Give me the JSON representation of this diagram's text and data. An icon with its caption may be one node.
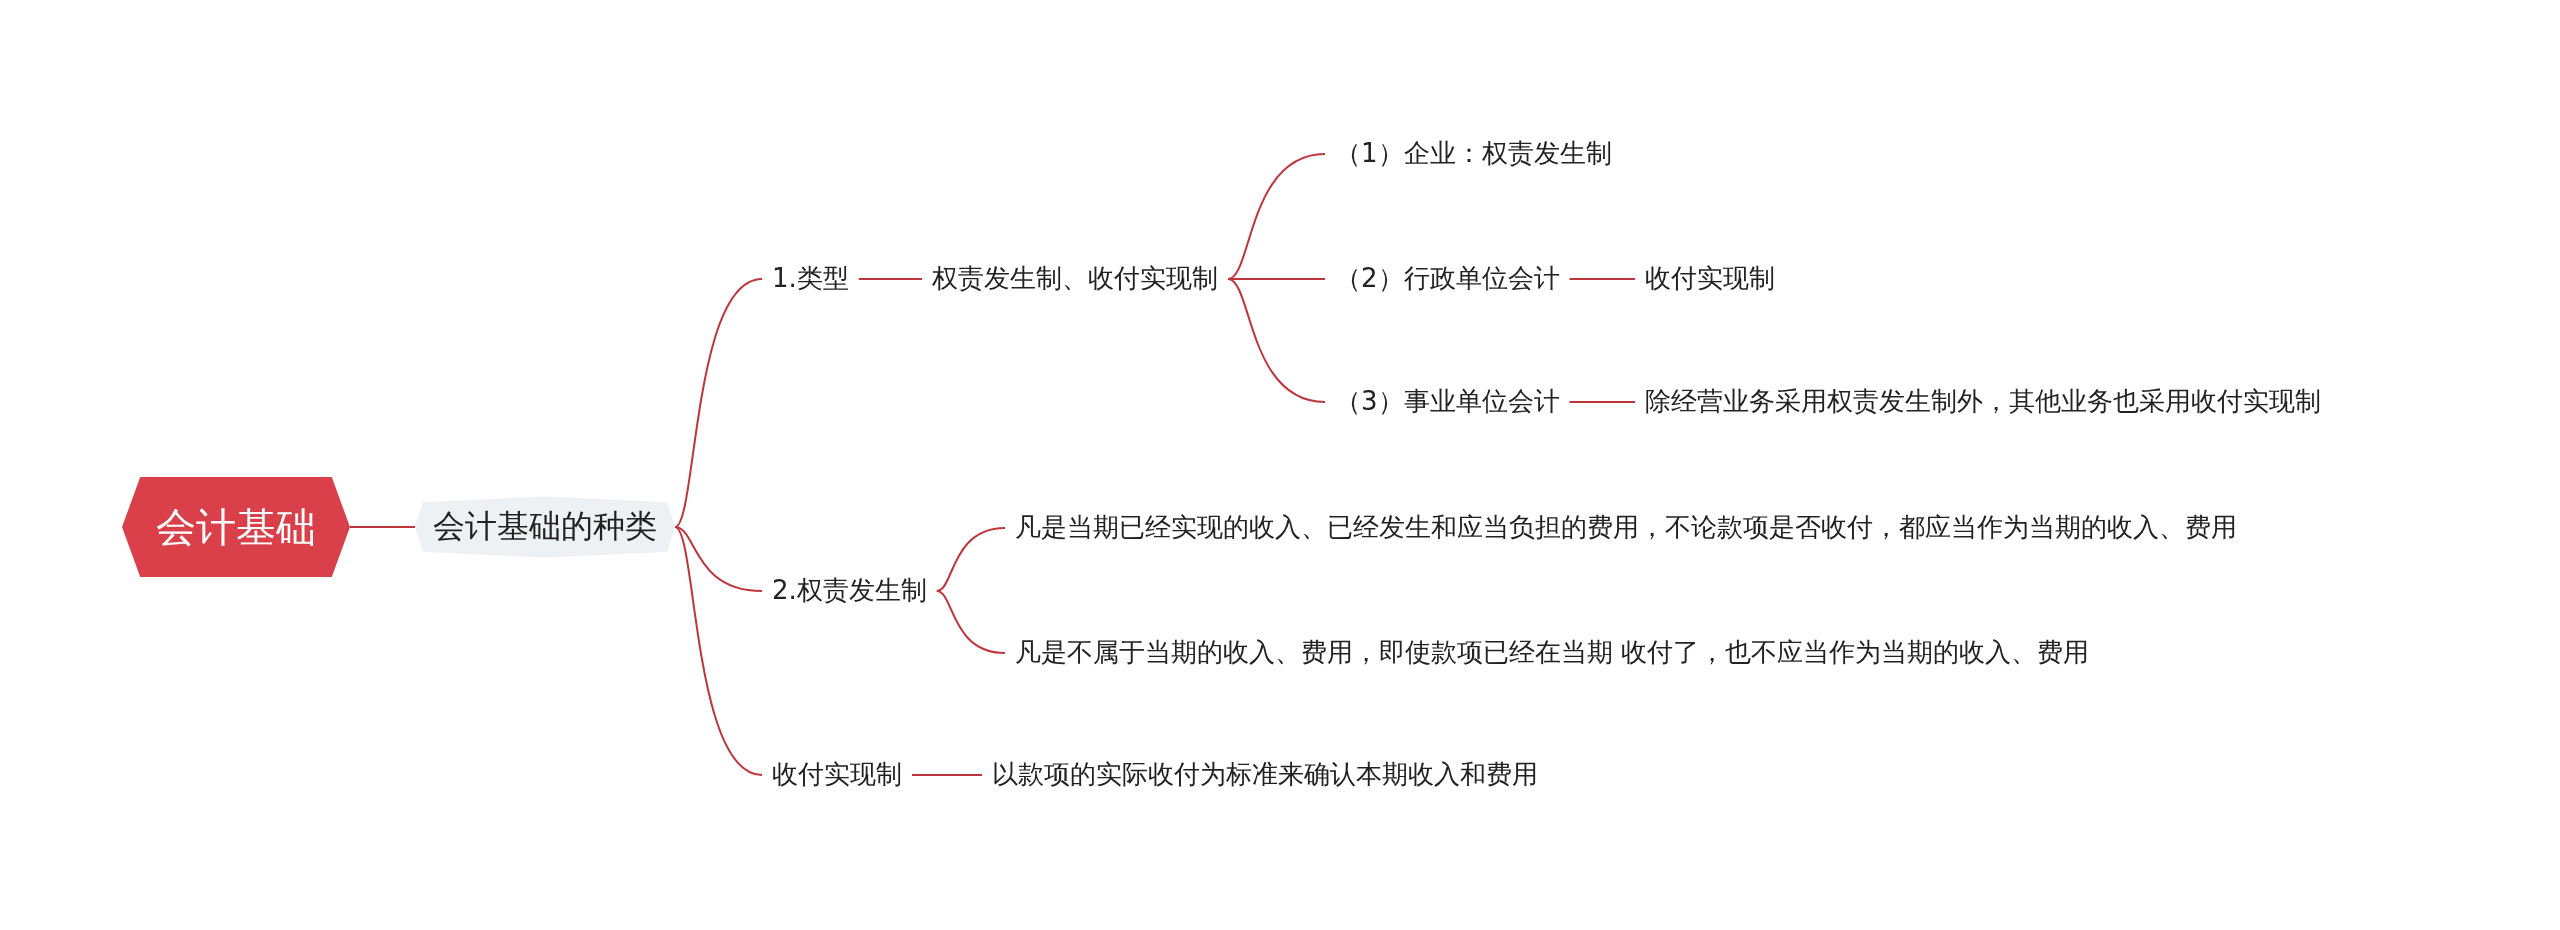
{
  "diagram": {
    "nodes": [
      {
        "text": [
          "会计基础"
        ]
      },
      {
        "text": [
          "会计基础的种类"
        ]
      },
      {
        "text": [
          "1.类型"
        ]
      },
      {
        "text": [
          "权责发生制、收付实现制"
        ]
      },
      {
        "text": [
          "（1）企业：权责发生制"
        ]
      },
      {
        "text": [
          "（2）行政单位会计"
        ]
      },
      {
        "text": [
          "收付实现制"
        ]
      },
      {
        "text": [
          "（3）事业单位会计"
        ]
      },
      {
        "text": [
          "除经营业务采用权责发生制外，其他业务也采用收付实现制"
        ]
      },
      {
        "text": [
          "2.权责发生制"
        ]
      },
      {
        "text": [
          "凡是当期已经实现的收入、已经发生和应当负担的费用，不论款项是否收付，都应当作为当期的收入、费用"
        ]
      },
      {
        "text": [
          "凡是不属于当期的收入、费用，即使款项已经在当期 收付了，也不应当作为当期的收入、费用"
        ]
      },
      {
        "text": [
          "收付实现制"
        ]
      },
      {
        "text": [
          "以款项的实际收付为标准来确认本期收入和费用"
        ]
      }
    ],
    "edges": [
      {
        "from": 0,
        "to": 1,
        "arrow": "none"
      },
      {
        "from": 1,
        "to": 2,
        "arrow": "none"
      },
      {
        "from": 1,
        "to": 9,
        "arrow": "none"
      },
      {
        "from": 1,
        "to": 12,
        "arrow": "none"
      },
      {
        "from": 2,
        "to": 3,
        "arrow": "none"
      },
      {
        "from": 3,
        "to": 4,
        "arrow": "none"
      },
      {
        "from": 3,
        "to": 5,
        "arrow": "none"
      },
      {
        "from": 3,
        "to": 7,
        "arrow": "none"
      },
      {
        "from": 5,
        "to": 6,
        "arrow": "none"
      },
      {
        "from": 7,
        "to": 8,
        "arrow": "none"
      },
      {
        "from": 9,
        "to": 10,
        "arrow": "none"
      },
      {
        "from": 9,
        "to": 11,
        "arrow": "none"
      },
      {
        "from": 12,
        "to": 13,
        "arrow": "none"
      }
    ]
  }
}
